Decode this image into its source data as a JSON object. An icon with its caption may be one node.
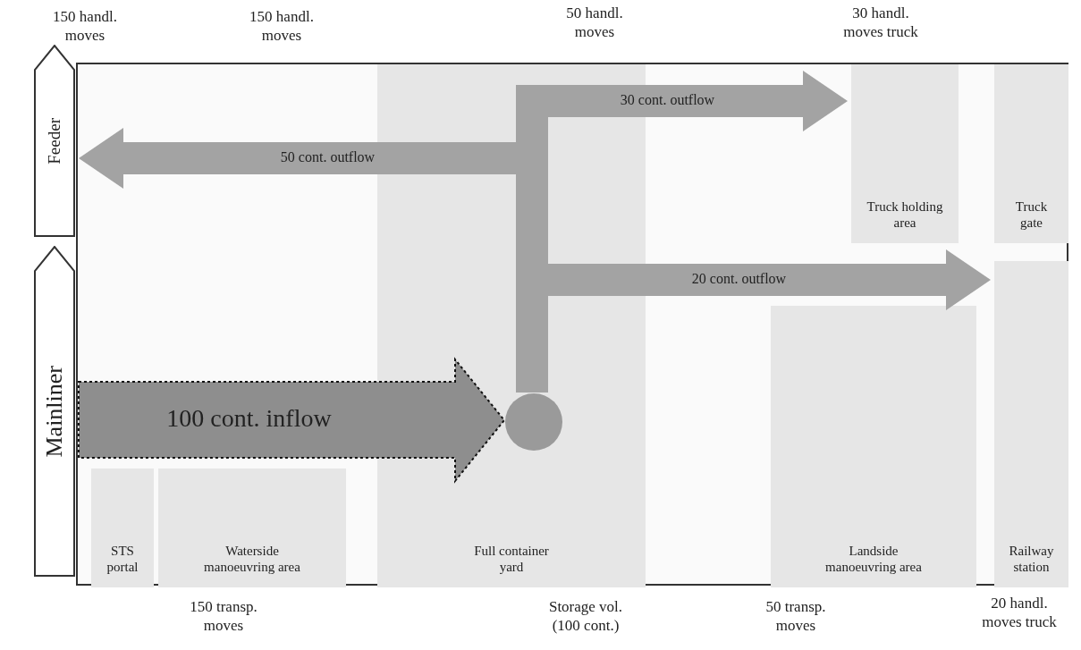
{
  "diagram": {
    "nodes": [
      {
        "text": [],
        "shape": "box"
      },
      {
        "text": [
          "Feeder"
        ]
      },
      {
        "text": [
          "Mainliner"
        ]
      },
      {
        "text": [
          "STS portal"
        ],
        "in": 0
      },
      {
        "text": [
          "Waterside manoeuvring area"
        ],
        "in": 0
      },
      {
        "text": [
          "Full container yard"
        ],
        "in": 0
      },
      {
        "text": [
          "Truck holding area"
        ],
        "in": 0
      },
      {
        "text": [
          "Truck gate"
        ],
        "in": 0
      },
      {
        "text": [
          "Landside manoeuvring area"
        ],
        "in": 0
      },
      {
        "text": [
          "Railway station"
        ],
        "in": 0
      },
      {
        "text": [],
        "shape": "circle",
        "in": 5
      }
    ],
    "edges": [
      {
        "from": 2,
        "to": 10,
        "arrow": "to",
        "label": "100 cont. inflow",
        "style": "dashed"
      },
      {
        "from": 10,
        "to": 1,
        "arrow": "to",
        "label": "50 cont. outflow"
      },
      {
        "from": 10,
        "to": 6,
        "arrow": "to",
        "label": "30 cont. outflow"
      },
      {
        "from": 10,
        "to": 9,
        "arrow": "to",
        "label": "20 cont. outflow"
      }
    ],
    "labels": [
      "150 handl. moves",
      "150 handl. moves",
      "50 handl. moves",
      "30 handl. moves truck",
      "150 transp. moves",
      "Storage vol. (100 cont.)",
      "50 transp. moves",
      "20 handl. moves truck"
    ]
  }
}
